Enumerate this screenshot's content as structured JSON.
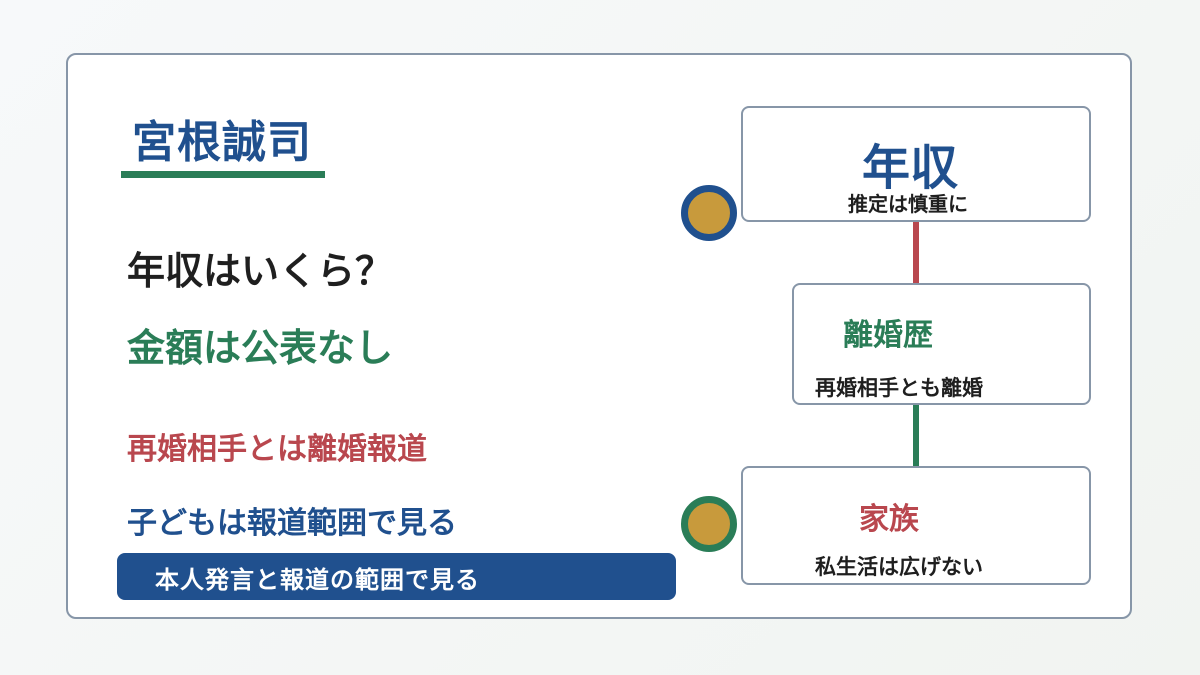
{
  "profile": {
    "name": "宮根誠司"
  },
  "left": {
    "question": "年収はいくら？",
    "answer": "金額は公表なし",
    "remarriage": "再婚相手とは離婚報道",
    "children": "子どもは報道範囲で見る",
    "note": "本人発言と報道の範囲で見る"
  },
  "flow": [
    {
      "title": "年収",
      "subtitle": "推定は慎重に"
    },
    {
      "title": "離婚歴",
      "subtitle": "再婚相手とも離婚"
    },
    {
      "title": "家族",
      "subtitle": "私生活は広げない"
    }
  ],
  "colors": {
    "blue": "#20508e",
    "green": "#2a7d57",
    "red": "#b9474e",
    "gold": "#c89a3c",
    "border": "#8796a8"
  }
}
